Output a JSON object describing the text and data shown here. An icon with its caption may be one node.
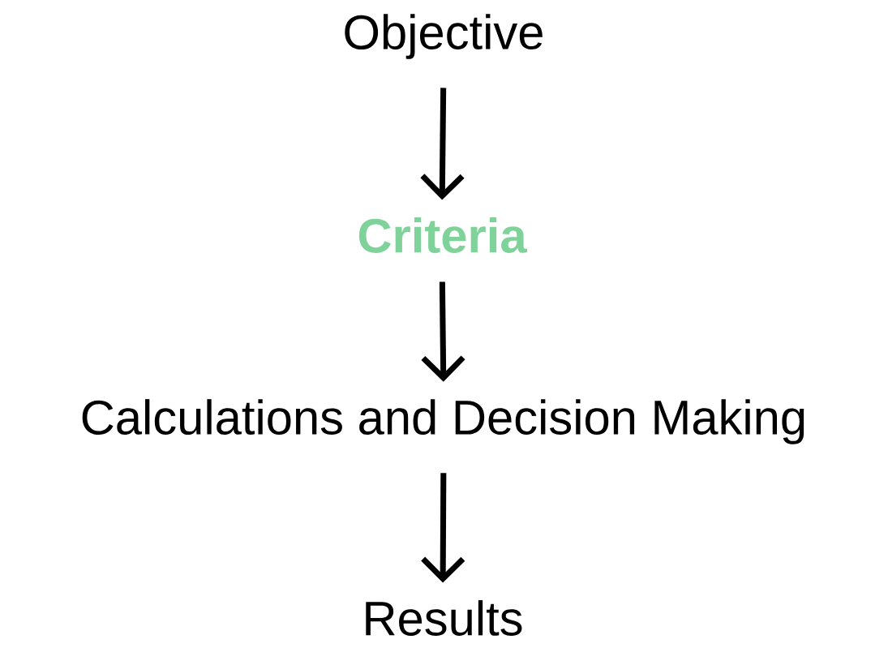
{
  "diagram": {
    "nodes": [
      {
        "text": [
          "Objective"
        ]
      },
      {
        "text": [
          "Criteria"
        ]
      },
      {
        "text": [
          "Calculations and Decision Making"
        ]
      },
      {
        "text": [
          "Results"
        ]
      }
    ],
    "edges": [
      {
        "from": 0,
        "to": 1,
        "arrow": "to"
      },
      {
        "from": 1,
        "to": 2,
        "arrow": "to"
      },
      {
        "from": 2,
        "to": 3,
        "arrow": "to"
      }
    ]
  }
}
